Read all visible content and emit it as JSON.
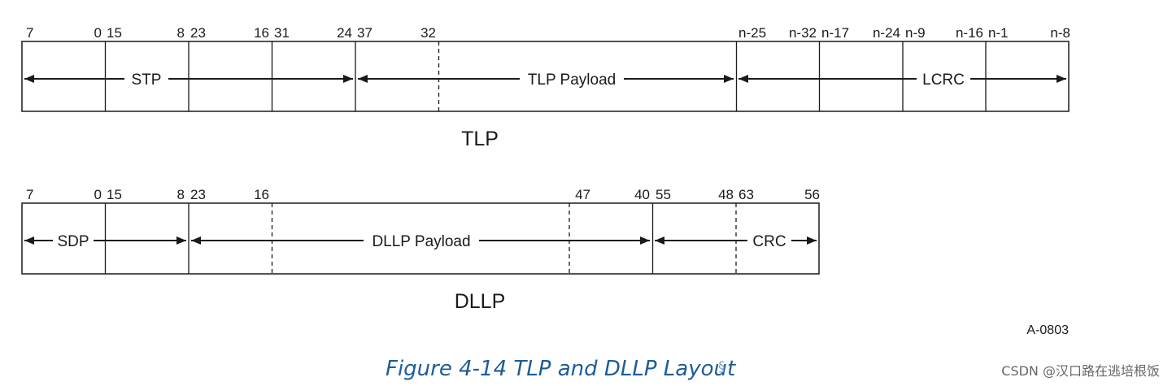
{
  "tlp": {
    "title": "TLP",
    "bit_labels": [
      "7",
      "0",
      "15",
      "8",
      "23",
      "16",
      "31",
      "24",
      "37",
      "32",
      "n-25",
      "n-32",
      "n-17",
      "n-24",
      "n-9",
      "n-16",
      "n-1",
      "n-8"
    ],
    "fields": [
      "STP",
      "TLP Payload",
      "LCRC"
    ]
  },
  "dllp": {
    "title": "DLLP",
    "bit_labels": [
      "7",
      "0",
      "15",
      "8",
      "23",
      "16",
      "47",
      "40",
      "55",
      "48",
      "63",
      "56"
    ],
    "fields": [
      "SDP",
      "DLLP Payload",
      "CRC"
    ]
  },
  "figure_code": "A-0803",
  "caption": "Figure 4-14 TLP and DLLP Layout",
  "section_mark": "§",
  "watermark": "CSDN @汉口路在逃培根饭"
}
